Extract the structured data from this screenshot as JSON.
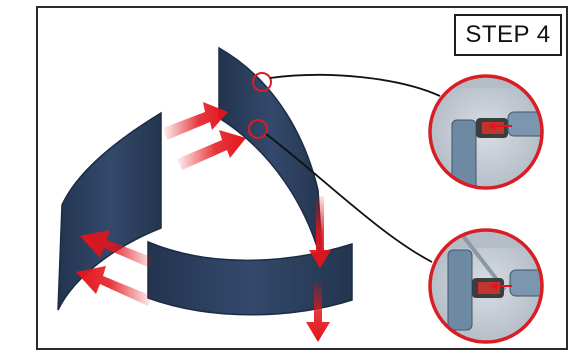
{
  "step_label": "STEP 4",
  "colors": {
    "panel": "#2b3f5e",
    "panel_edge": "#1c2c45",
    "arrow": "#e3141b",
    "callout_ring": "#d81e24",
    "callout_bg": "#c9d0d8",
    "leader_line": "#111111",
    "frame": "#2b2b2b"
  },
  "icons": [
    "red-arrow",
    "detail-callout",
    "connector-highlight-circle"
  ],
  "callouts": [
    {
      "name": "upper-connector-detail"
    },
    {
      "name": "lower-connector-detail"
    }
  ]
}
